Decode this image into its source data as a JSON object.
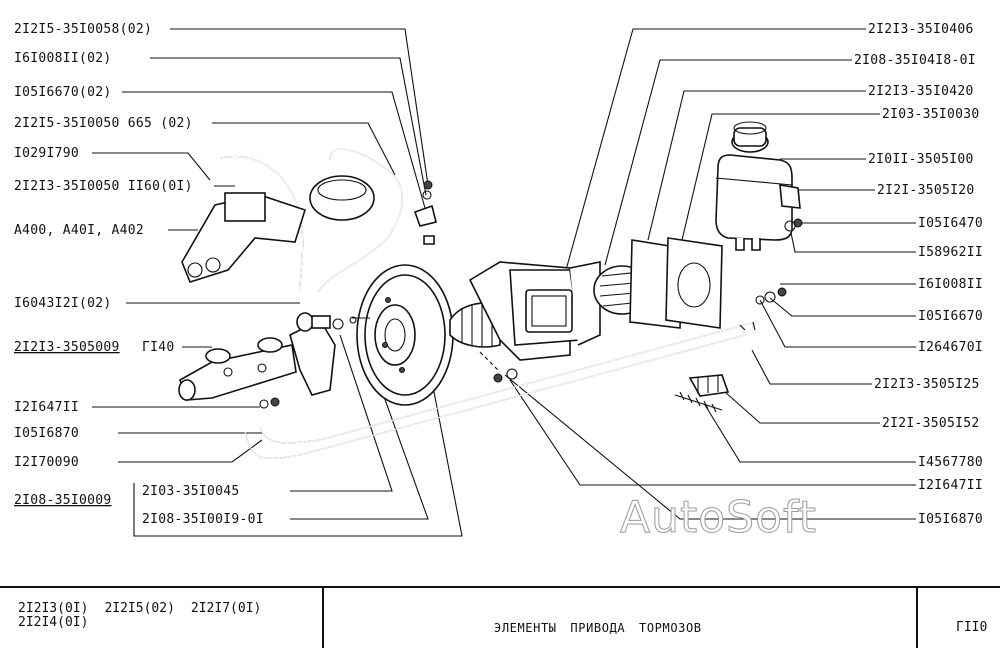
{
  "labels_left": {
    "l1": "2I2I5-35I0058(02)",
    "l2": "I6I008II(02)",
    "l3": "I05I6670(02)",
    "l4": "2I2I5-35I0050 665 (02)",
    "l5": "I029I790",
    "l6": "2I2I3-35I0050 II60(0I)",
    "l7": "A400, A40I, A402",
    "l8": "I6043I2I(02)",
    "l9": "2I2I3-3505009",
    "l9b": "ГI40",
    "l10": "I2I647II",
    "l11": "I05I6870",
    "l12": "I2I70090",
    "l13": "2I08-35I0009",
    "l14": "2I03-35I0045",
    "l15": "2I08-35I00I9-0I"
  },
  "labels_right": {
    "r1": "2I2I3-35I0406",
    "r2": "2I08-35I04I8-0I",
    "r3": "2I2I3-35I0420",
    "r4": "2I03-35I0030",
    "r5": "2I0II-3505I00",
    "r6": "2I2I-3505I20",
    "r7": "I05I6470",
    "r8": "I58962II",
    "r9": "I6I008II",
    "r10": "I05I6670",
    "r11": "I264670I",
    "r12": "2I2I3-3505I25",
    "r13": "2I2I-3505I52",
    "r14": "I4567780",
    "r15": "I2I647II",
    "r16": "I05I6870"
  },
  "watermark": "AutoSoft",
  "title_block": {
    "models": [
      "2I2I3(0I)",
      "2I2I5(02)",
      "2I2I7(0I)"
    ],
    "models_line2": "2I2I4(0I)",
    "title": "ЭЛЕМЕНТЫ  ПРИВОДА  ТОРМОЗОВ",
    "sheet": "ГII0"
  }
}
